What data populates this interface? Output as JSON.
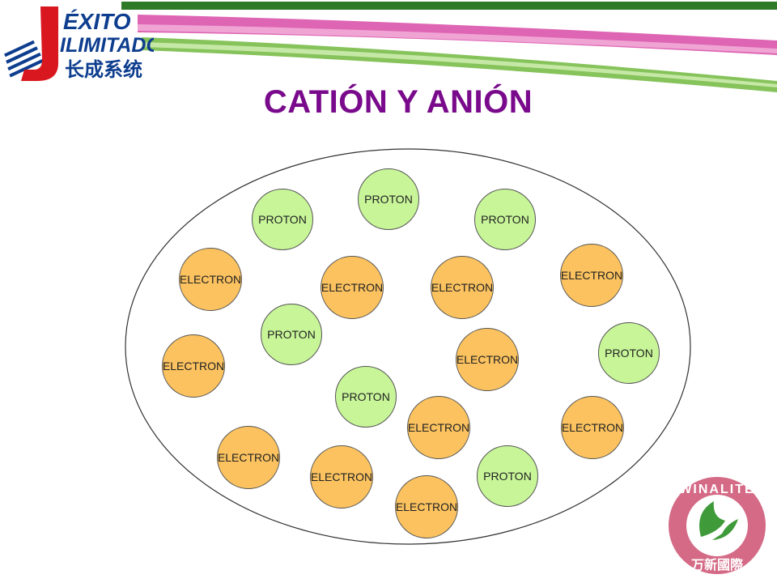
{
  "slide": {
    "title": "CATIÓN Y ANIÓN",
    "title_color": "#7a0a8c",
    "logo_left": {
      "line1": "ÉXITO",
      "line2": "ILIMITADO",
      "line3": "长成系统",
      "colors": {
        "red": "#d8171f",
        "blue": "#0d3d8e"
      }
    },
    "logo_right": {
      "text": "WINALITE",
      "chinese": "万新國際",
      "colors": {
        "pink": "#d46a86",
        "green": "#3f9a3a"
      }
    },
    "header_stripe_colors": [
      "#2f7a28",
      "#d84aa6",
      "#86c35b"
    ]
  },
  "atom": {
    "labels": {
      "proton": "PROTON",
      "electron": "ELECTRON"
    },
    "colors": {
      "proton": "#c7f598",
      "electron": "#fbc25f"
    },
    "particles": [
      {
        "type": "proton"
      },
      {
        "type": "proton"
      },
      {
        "type": "proton"
      },
      {
        "type": "electron"
      },
      {
        "type": "electron"
      },
      {
        "type": "electron"
      },
      {
        "type": "electron"
      },
      {
        "type": "proton"
      },
      {
        "type": "electron"
      },
      {
        "type": "proton"
      },
      {
        "type": "electron"
      },
      {
        "type": "proton"
      },
      {
        "type": "electron"
      },
      {
        "type": "electron"
      },
      {
        "type": "electron"
      },
      {
        "type": "electron"
      },
      {
        "type": "proton"
      },
      {
        "type": "electron"
      }
    ]
  }
}
